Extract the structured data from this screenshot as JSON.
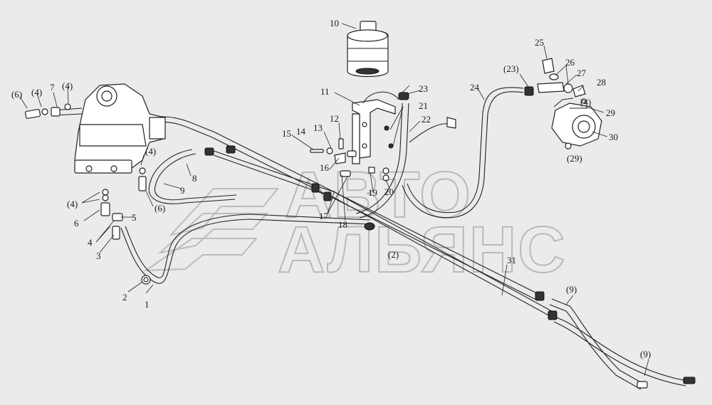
{
  "watermark": {
    "line1": "АВТО",
    "line2": "АЛЬЯНС"
  },
  "callouts": [
    "1",
    "2",
    "3",
    "4",
    "5",
    "6",
    "7",
    "8",
    "9",
    "10",
    "11",
    "12",
    "13",
    "14",
    "15",
    "16",
    "17",
    "18",
    "19",
    "20",
    "21",
    "22",
    "23",
    "24",
    "25",
    "26",
    "27",
    "28",
    "29",
    "30",
    "31",
    "(2)",
    "(4)",
    "(4)",
    "(4)",
    "(4)",
    "(4)",
    "(6)",
    "(6)",
    "(9)",
    "(9)",
    "(23)",
    "(29)"
  ]
}
